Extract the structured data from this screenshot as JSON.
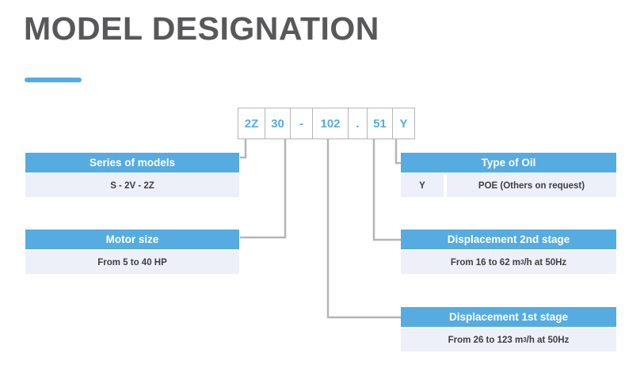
{
  "header": {
    "title": "MODEL DESIGNATION",
    "accent_color": "#56ace1"
  },
  "colors": {
    "header_blue": "#56ace1",
    "row_background": "#edf0f9",
    "code_text": "#56ace1",
    "line_gray": "#b5b5b5",
    "title_gray": "#58585a"
  },
  "model_code": {
    "segments": [
      {
        "key": "series",
        "value": "2Z"
      },
      {
        "key": "motor-size",
        "value": "30"
      },
      {
        "key": "separator-dash",
        "value": "-"
      },
      {
        "key": "displacement-1st",
        "value": "102"
      },
      {
        "key": "separator-dot",
        "value": "."
      },
      {
        "key": "displacement-2nd",
        "value": "51"
      },
      {
        "key": "type-of-oil",
        "value": "Y"
      }
    ]
  },
  "blocks": [
    {
      "id": "series-of-models",
      "title": "Series of models",
      "cells": [
        {
          "text": "S - 2V - 2Z"
        }
      ]
    },
    {
      "id": "motor-size",
      "title": "Motor size",
      "cells": [
        {
          "text": "From 5 to 40 HP"
        }
      ]
    },
    {
      "id": "type-of-oil",
      "title": "Type of Oil",
      "cells": [
        {
          "text": "Y"
        },
        {
          "text": "POE (Others on request)"
        }
      ]
    },
    {
      "id": "displacement-2nd-stage",
      "title": "Displacement 2nd stage",
      "cells": [
        {
          "text_prefix": "From 16 to 62 m",
          "sup": "3",
          "text_suffix": "/h at 50Hz"
        }
      ]
    },
    {
      "id": "displacement-1st-stage",
      "title": "Displacement 1st stage",
      "cells": [
        {
          "text_prefix": "From 26 to 123 m",
          "sup": "3",
          "text_suffix": "/h at 50Hz"
        }
      ]
    }
  ]
}
